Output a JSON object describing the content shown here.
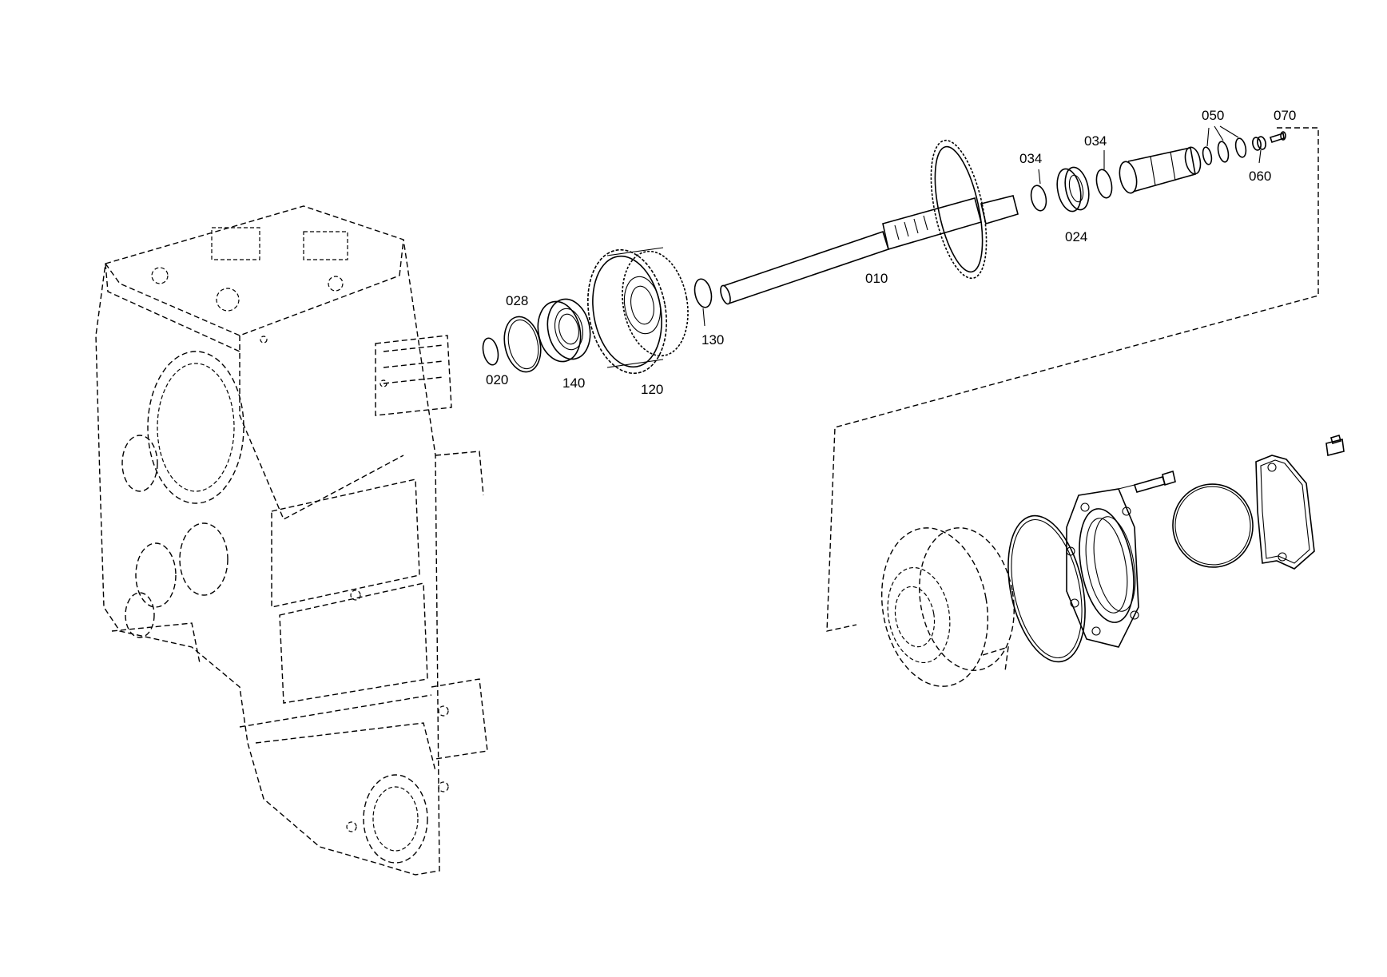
{
  "part_labels": {
    "p010": "010",
    "p020": "020",
    "p024": "024",
    "p028": "028",
    "p034a": "034",
    "p034b": "034",
    "p050": "050",
    "p060": "060",
    "p070": "070",
    "p120": "120",
    "p130": "130",
    "p140": "140"
  }
}
